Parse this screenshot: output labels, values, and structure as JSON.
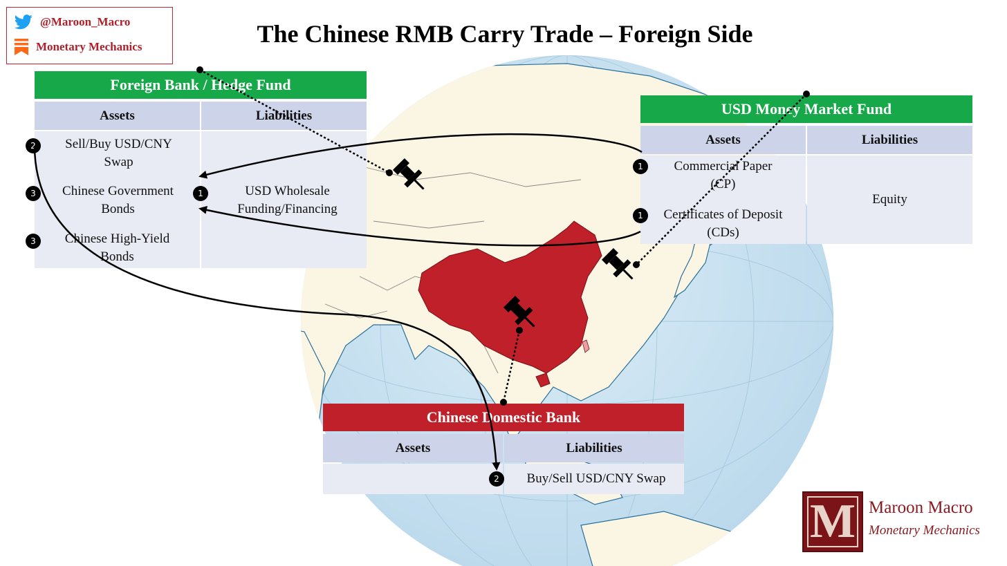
{
  "title": "The Chinese RMB Carry Trade – Foreign Side",
  "social": {
    "twitter_handle": "@Maroon_Macro",
    "substack_name": "Monetary Mechanics",
    "twitter_icon": "twitter-bird-icon",
    "substack_icon": "substack-icon",
    "border_color": "#c0262c"
  },
  "colors": {
    "green_header": "#17a84a",
    "red_header": "#c0202a",
    "column_header": "#cdd3e8",
    "cell": "#e8eaf4",
    "china": "#c0202a",
    "ocean": "#cde6f4",
    "land": "#fbf6e4"
  },
  "foreign_bank": {
    "title": "Foreign Bank / Hedge Fund",
    "assets_label": "Assets",
    "liabilities_label": "Liabilities",
    "assets": [
      {
        "badge": "2",
        "line1": "Sell/Buy USD/CNY",
        "line2": "Swap"
      },
      {
        "badge": "3",
        "line1": "Chinese Government",
        "line2": "Bonds"
      },
      {
        "badge": "3",
        "line1": "Chinese High-Yield",
        "line2": "Bonds"
      }
    ],
    "liabilities": [
      {
        "badge": "1",
        "line1": "USD Wholesale",
        "line2": "Funding/Financing"
      }
    ]
  },
  "mmf": {
    "title": "USD Money Market Fund",
    "assets_label": "Assets",
    "liabilities_label": "Liabilities",
    "assets": [
      {
        "badge": "1",
        "line1": "Commercial Paper",
        "line2": "(CP)"
      },
      {
        "badge": "1",
        "line1": "Certificates of Deposit",
        "line2": "(CDs)"
      }
    ],
    "liabilities": [
      {
        "line1": "Equity"
      }
    ]
  },
  "domestic_bank": {
    "title": "Chinese Domestic Bank",
    "assets_label": "Assets",
    "liabilities_label": "Liabilities",
    "liabilities": [
      {
        "badge": "2",
        "line1": "Buy/Sell USD/CNY Swap"
      }
    ]
  },
  "logo": {
    "mark": "M",
    "name": "Maroon Macro",
    "tagline": "Monetary Mechanics"
  }
}
